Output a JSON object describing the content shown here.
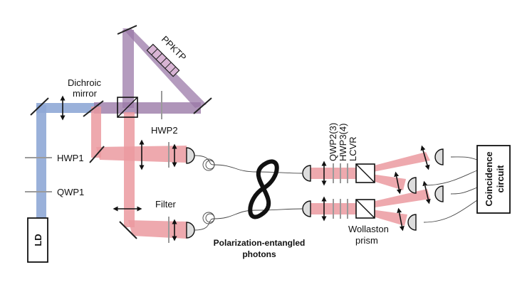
{
  "labels": {
    "dichroic_line1": "Dichroic",
    "dichroic_line2": "mirror",
    "ppktp": "PPKTP",
    "hwp2": "HWP2",
    "hwp1": "HWP1",
    "qwp1": "QWP1",
    "filter": "Filter",
    "ld": "LD",
    "qwp23": "QWP2(3)",
    "hwp34": "HWP3(4)",
    "lcvr": "LCVR",
    "wollaston_line1": "Wollaston",
    "wollaston_line2": "prism",
    "entangled_line1": "Polarization-entangled",
    "entangled_line2": "photons",
    "coincidence_line1": "Coincidence",
    "coincidence_line2": "circuit"
  },
  "colors": {
    "pump_beam": "#8fa9d6",
    "photon_beam": "#eb9aa0",
    "overlap_beam": "#9b7aa8",
    "ppktp_fill": "#d8b4d4",
    "optic": "#9a9a9a",
    "line": "#222222"
  }
}
